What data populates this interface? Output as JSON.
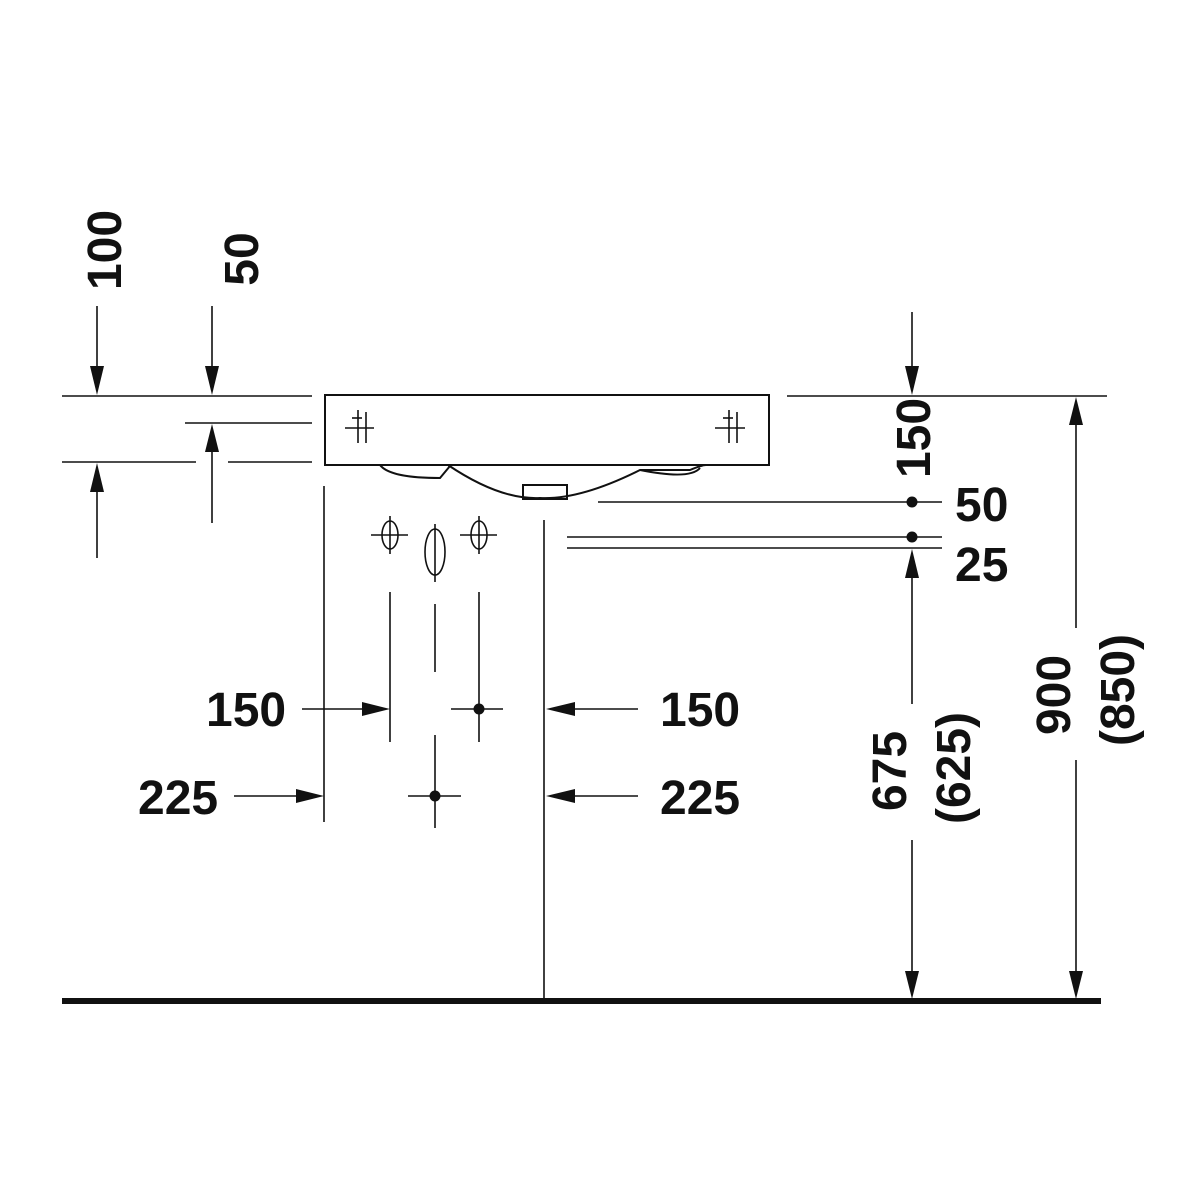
{
  "colors": {
    "line": "#111111",
    "background": "#ffffff"
  },
  "labels": {
    "left_offset_100": "100",
    "left_offset_50": "50",
    "right_thickness_150": "150",
    "right_50": "50",
    "right_25": "25",
    "left_150": "150",
    "left_225": "225",
    "right_150": "150",
    "right_225": "225",
    "height_675": "675",
    "height_625": "(625)",
    "height_900": "900",
    "height_850": "(850)"
  }
}
